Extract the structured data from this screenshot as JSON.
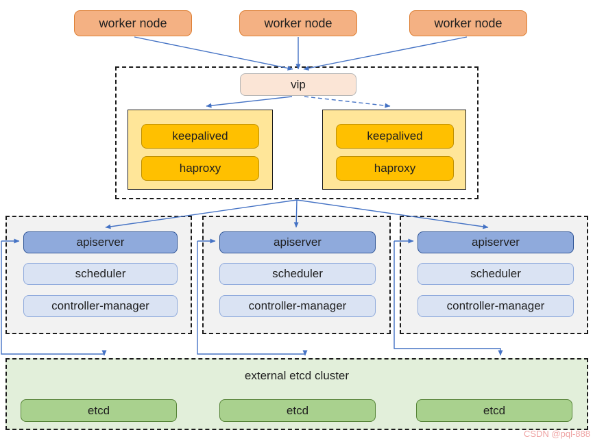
{
  "colors": {
    "arrow-color": "#4472c4",
    "worker-fill": "#f4b183",
    "worker-border": "#dd7e32",
    "vip-fill": "#fbe5d6",
    "vip-border": "#b5b5b5",
    "lb-outer-fill": "#ffe699",
    "lb-outer-border": "#1a1a1a",
    "lb-inner-fill": "#ffc000",
    "lb-inner-border": "#bf9000",
    "master-fill": "#f2f2f2",
    "dash-border": "#1a1a1a",
    "apiserver-fill": "#8faadc",
    "apiserver-border": "#2f5597",
    "component-fill": "#dae3f3",
    "component-border": "#8faadc",
    "etcd-cluster-fill": "#e2efda",
    "etcd-fill": "#a9d18e",
    "etcd-border": "#548235",
    "text-color": "#1f1f1f",
    "watermark-color": "#efa3a3"
  },
  "workers": [
    {
      "label": "worker node"
    },
    {
      "label": "worker node"
    },
    {
      "label": "worker node"
    }
  ],
  "vip": {
    "label": "vip"
  },
  "load_balancers": [
    {
      "items": [
        {
          "label": "keepalived"
        },
        {
          "label": "haproxy"
        }
      ]
    },
    {
      "items": [
        {
          "label": "keepalived"
        },
        {
          "label": "haproxy"
        }
      ]
    }
  ],
  "masters": [
    {
      "components": [
        {
          "label": "apiserver"
        },
        {
          "label": "scheduler"
        },
        {
          "label": "controller-manager"
        }
      ]
    },
    {
      "components": [
        {
          "label": "apiserver"
        },
        {
          "label": "scheduler"
        },
        {
          "label": "controller-manager"
        }
      ]
    },
    {
      "components": [
        {
          "label": "apiserver"
        },
        {
          "label": "scheduler"
        },
        {
          "label": "controller-manager"
        }
      ]
    }
  ],
  "etcd_cluster": {
    "title": "external etcd cluster",
    "nodes": [
      {
        "label": "etcd"
      },
      {
        "label": "etcd"
      },
      {
        "label": "etcd"
      }
    ]
  },
  "watermark": "CSDN @pql-888"
}
